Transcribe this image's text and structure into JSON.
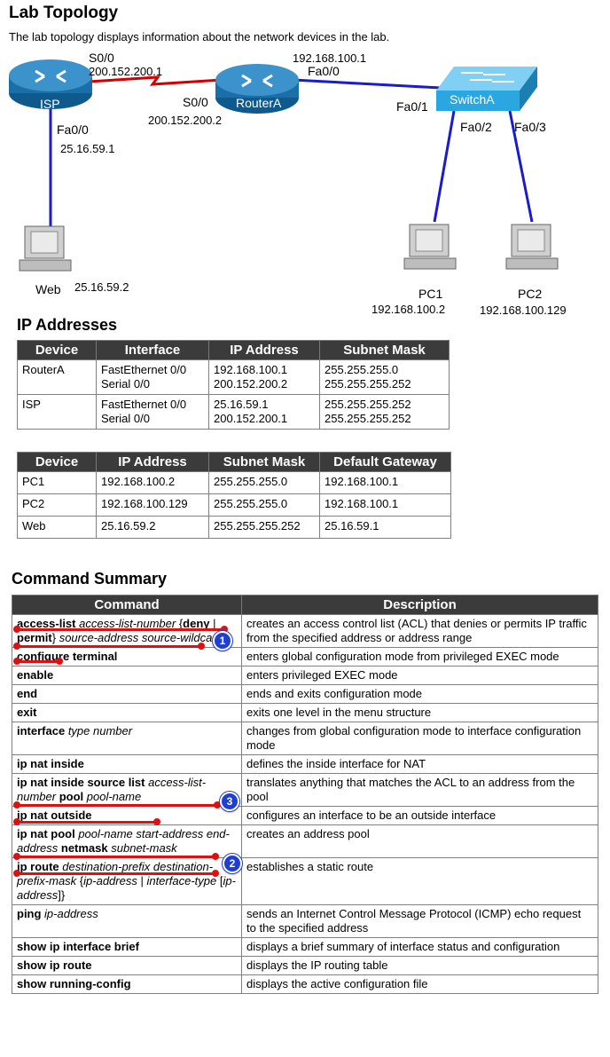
{
  "topology": {
    "title": "Lab Topology",
    "intro": "The lab topology displays information about the network devices in the lab.",
    "devices": {
      "isp": "ISP",
      "router": "RouterA",
      "switch": "SwitchA",
      "web": "Web",
      "pc1": "PC1",
      "pc2": "PC2"
    },
    "labels": {
      "isp_s00": "S0/0",
      "isp_s00_ip": "200.152.200.1",
      "router_s00": "S0/0",
      "router_s00_ip": "200.152.200.2",
      "router_fa00_ip": "192.168.100.1",
      "router_fa00": "Fa0/0",
      "switch_fa01": "Fa0/1",
      "switch_fa02": "Fa0/2",
      "switch_fa03": "Fa0/3",
      "isp_fa00": "Fa0/0",
      "isp_fa00_ip": "25.16.59.1",
      "web_ip": "25.16.59.2",
      "pc1_ip": "192.168.100.2",
      "pc2_ip": "192.168.100.129"
    }
  },
  "ip_addresses": {
    "title": "IP Addresses",
    "router_table": {
      "headers": [
        "Device",
        "Interface",
        "IP Address",
        "Subnet Mask"
      ],
      "rows": [
        {
          "device": "RouterA",
          "iface1": "FastEthernet 0/0",
          "iface2": "Serial 0/0",
          "ip1": "192.168.100.1",
          "ip2": "200.152.200.2",
          "mask1": "255.255.255.0",
          "mask2": "255.255.255.252"
        },
        {
          "device": "ISP",
          "iface1": "FastEthernet 0/0",
          "iface2": "Serial 0/0",
          "ip1": "25.16.59.1",
          "ip2": "200.152.200.1",
          "mask1": "255.255.255.252",
          "mask2": "255.255.255.252"
        }
      ]
    },
    "host_table": {
      "headers": [
        "Device",
        "IP Address",
        "Subnet Mask",
        "Default Gateway"
      ],
      "rows": [
        [
          "PC1",
          "192.168.100.2",
          "255.255.255.0",
          "192.168.100.1"
        ],
        [
          "PC2",
          "192.168.100.129",
          "255.255.255.0",
          "192.168.100.1"
        ],
        [
          "Web",
          "25.16.59.2",
          "255.255.255.252",
          "25.16.59.1"
        ]
      ]
    }
  },
  "command_summary": {
    "title": "Command Summary",
    "headers": [
      "Command",
      "Description"
    ],
    "rows": [
      {
        "parts": [
          [
            "k",
            "access-list "
          ],
          [
            "a",
            "access-list-number "
          ],
          [
            "p",
            "{"
          ],
          [
            "k",
            "deny "
          ],
          [
            "p",
            "| "
          ],
          [
            "k",
            "permit"
          ],
          [
            "p",
            "} "
          ],
          [
            "a",
            "source-address source-wildcard"
          ]
        ],
        "desc": "creates an access control list (ACL) that denies or permits IP traffic from the specified address or address range"
      },
      {
        "parts": [
          [
            "k",
            "configure terminal"
          ]
        ],
        "desc": "enters global configuration mode from privileged EXEC mode"
      },
      {
        "parts": [
          [
            "k",
            "enable"
          ]
        ],
        "desc": "enters privileged EXEC mode"
      },
      {
        "parts": [
          [
            "k",
            "end"
          ]
        ],
        "desc": "ends and exits configuration mode"
      },
      {
        "parts": [
          [
            "k",
            "exit"
          ]
        ],
        "desc": "exits one level in the menu structure"
      },
      {
        "parts": [
          [
            "k",
            "interface "
          ],
          [
            "a",
            "type number"
          ]
        ],
        "desc": "changes from global configuration mode to interface configuration mode"
      },
      {
        "parts": [
          [
            "k",
            "ip nat inside"
          ]
        ],
        "desc": "defines the inside interface for NAT"
      },
      {
        "parts": [
          [
            "k",
            "ip nat inside source list "
          ],
          [
            "a",
            "access-list-number "
          ],
          [
            "k",
            "pool "
          ],
          [
            "a",
            "pool-name"
          ]
        ],
        "desc": "translates anything that matches the ACL to an address from the pool"
      },
      {
        "parts": [
          [
            "k",
            "ip nat outside"
          ]
        ],
        "desc": "configures an interface to be an outside interface"
      },
      {
        "parts": [
          [
            "k",
            "ip nat pool "
          ],
          [
            "a",
            "pool-name start-address end-address "
          ],
          [
            "k",
            "netmask "
          ],
          [
            "a",
            "subnet-mask"
          ]
        ],
        "desc": "creates an address pool"
      },
      {
        "parts": [
          [
            "k",
            "ip route "
          ],
          [
            "a",
            "destination-prefix destination-prefix-mask "
          ],
          [
            "p",
            "{"
          ],
          [
            "a",
            "ip-address "
          ],
          [
            "p",
            "| "
          ],
          [
            "a",
            "interface-type "
          ],
          [
            "p",
            "["
          ],
          [
            "a",
            "ip-address"
          ],
          [
            "p",
            "]}"
          ]
        ],
        "desc": "establishes a static route"
      },
      {
        "parts": [
          [
            "k",
            "ping "
          ],
          [
            "a",
            "ip-address"
          ]
        ],
        "desc": "sends an Internet Control Message Protocol (ICMP) echo request to the specified address"
      },
      {
        "parts": [
          [
            "k",
            "show ip interface brief"
          ]
        ],
        "desc": "displays a brief summary of interface status and configuration"
      },
      {
        "parts": [
          [
            "k",
            "show ip route"
          ]
        ],
        "desc": "displays the IP routing table"
      },
      {
        "parts": [
          [
            "k",
            "show running-config"
          ]
        ],
        "desc": "displays the active configuration file"
      }
    ],
    "badges": [
      "1",
      "3",
      "2"
    ]
  },
  "colors": {
    "link_blue": "#1a1ad0",
    "serial_red": "#d40000",
    "device_blue": "#1b6fa8",
    "switch_cyan": "#2aa6e0",
    "header_bg": "#3b3b3b",
    "annotation_red": "#d11",
    "badge_blue": "#1f3fd1"
  }
}
